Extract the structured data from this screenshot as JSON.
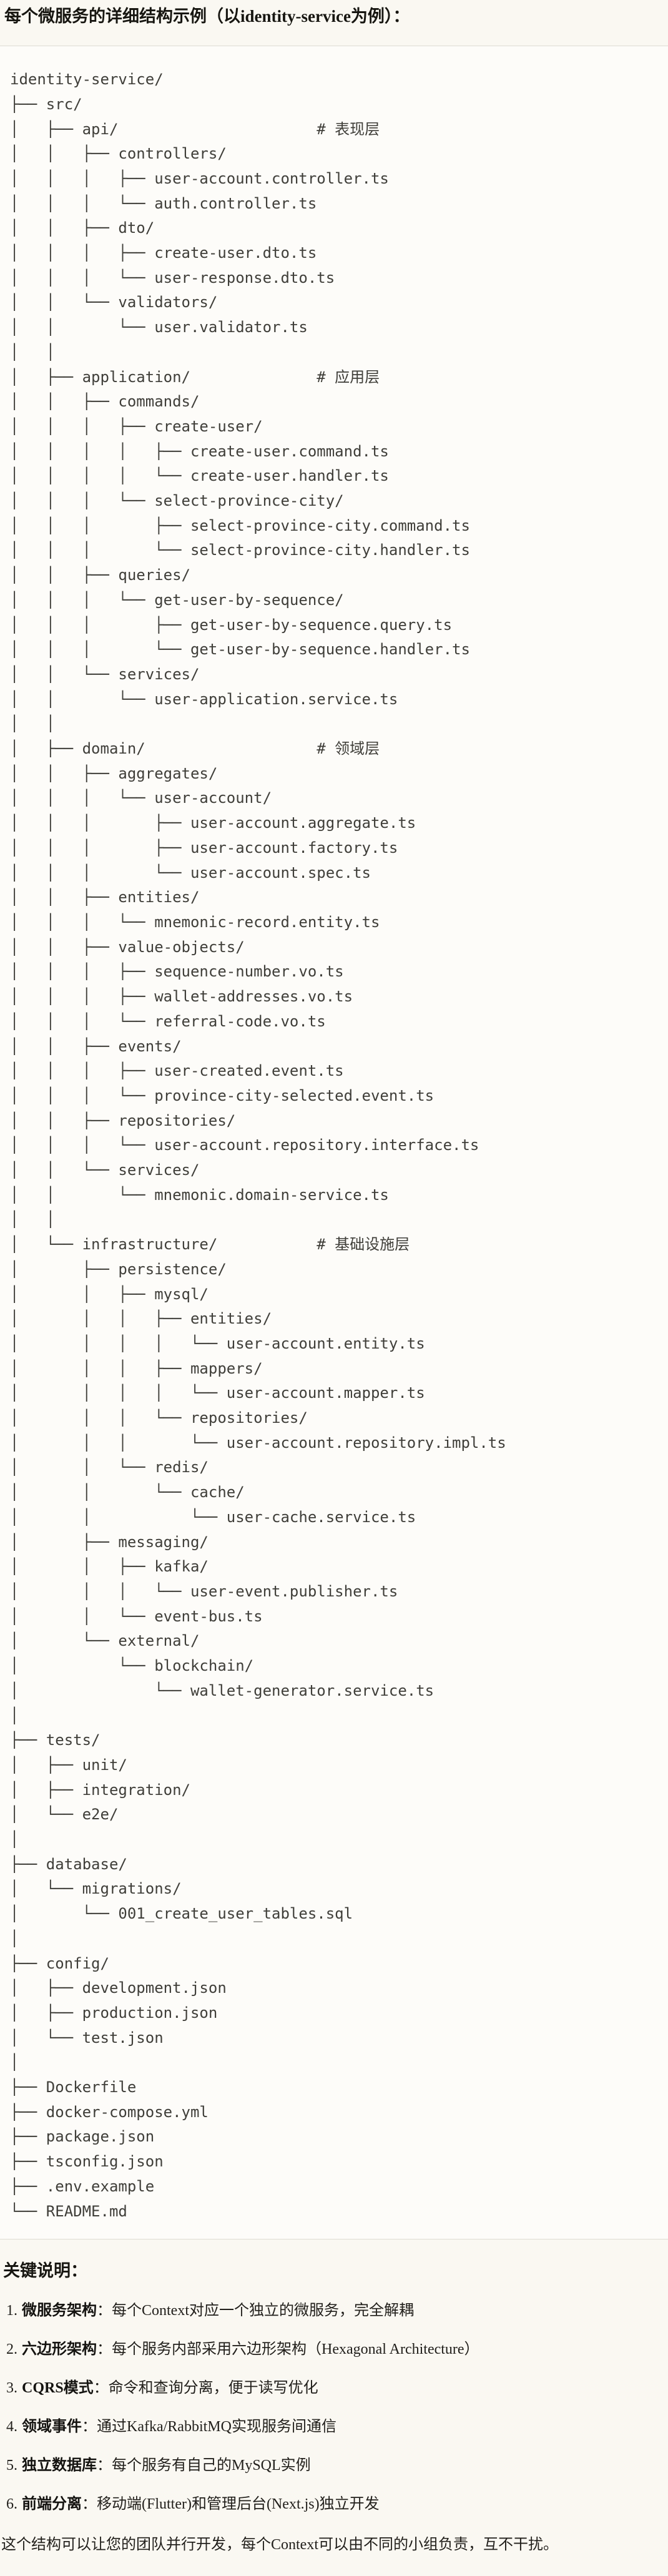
{
  "title": "每个微服务的详细结构示例（以identity-service为例）：",
  "tree": {
    "lines": [
      "identity-service/",
      "├── src/",
      "│   ├── api/                      # 表现层",
      "│   │   ├── controllers/",
      "│   │   │   ├── user-account.controller.ts",
      "│   │   │   └── auth.controller.ts",
      "│   │   ├── dto/",
      "│   │   │   ├── create-user.dto.ts",
      "│   │   │   └── user-response.dto.ts",
      "│   │   └── validators/",
      "│   │       └── user.validator.ts",
      "│   │",
      "│   ├── application/              # 应用层",
      "│   │   ├── commands/",
      "│   │   │   ├── create-user/",
      "│   │   │   │   ├── create-user.command.ts",
      "│   │   │   │   └── create-user.handler.ts",
      "│   │   │   └── select-province-city/",
      "│   │   │       ├── select-province-city.command.ts",
      "│   │   │       └── select-province-city.handler.ts",
      "│   │   ├── queries/",
      "│   │   │   └── get-user-by-sequence/",
      "│   │   │       ├── get-user-by-sequence.query.ts",
      "│   │   │       └── get-user-by-sequence.handler.ts",
      "│   │   └── services/",
      "│   │       └── user-application.service.ts",
      "│   │",
      "│   ├── domain/                   # 领域层",
      "│   │   ├── aggregates/",
      "│   │   │   └── user-account/",
      "│   │   │       ├── user-account.aggregate.ts",
      "│   │   │       ├── user-account.factory.ts",
      "│   │   │       └── user-account.spec.ts",
      "│   │   ├── entities/",
      "│   │   │   └── mnemonic-record.entity.ts",
      "│   │   ├── value-objects/",
      "│   │   │   ├── sequence-number.vo.ts",
      "│   │   │   ├── wallet-addresses.vo.ts",
      "│   │   │   └── referral-code.vo.ts",
      "│   │   ├── events/",
      "│   │   │   ├── user-created.event.ts",
      "│   │   │   └── province-city-selected.event.ts",
      "│   │   ├── repositories/",
      "│   │   │   └── user-account.repository.interface.ts",
      "│   │   └── services/",
      "│   │       └── mnemonic.domain-service.ts",
      "│   │",
      "│   └── infrastructure/           # 基础设施层",
      "│       ├── persistence/",
      "│       │   ├── mysql/",
      "│       │   │   ├── entities/",
      "│       │   │   │   └── user-account.entity.ts",
      "│       │   │   ├── mappers/",
      "│       │   │   │   └── user-account.mapper.ts",
      "│       │   │   └── repositories/",
      "│       │   │       └── user-account.repository.impl.ts",
      "│       │   └── redis/",
      "│       │       └── cache/",
      "│       │           └── user-cache.service.ts",
      "│       ├── messaging/",
      "│       │   ├── kafka/",
      "│       │   │   └── user-event.publisher.ts",
      "│       │   └── event-bus.ts",
      "│       └── external/",
      "│           └── blockchain/",
      "│               └── wallet-generator.service.ts",
      "│",
      "├── tests/",
      "│   ├── unit/",
      "│   ├── integration/",
      "│   └── e2e/",
      "│",
      "├── database/",
      "│   └── migrations/",
      "│       └── 001_create_user_tables.sql",
      "│",
      "├── config/",
      "│   ├── development.json",
      "│   ├── production.json",
      "│   └── test.json",
      "│",
      "├── Dockerfile",
      "├── docker-compose.yml",
      "├── package.json",
      "├── tsconfig.json",
      "├── .env.example",
      "└── README.md"
    ]
  },
  "notes": {
    "heading": "关键说明：",
    "items": [
      {
        "num": "1.",
        "term": "微服务架构",
        "desc": "：每个Context对应一个独立的微服务，完全解耦"
      },
      {
        "num": "2.",
        "term": "六边形架构",
        "desc": "：每个服务内部采用六边形架构（Hexagonal Architecture）"
      },
      {
        "num": "3.",
        "term": "CQRS模式",
        "desc": "：命令和查询分离，便于读写优化"
      },
      {
        "num": "4.",
        "term": "领域事件",
        "desc": "：通过Kafka/RabbitMQ实现服务间通信"
      },
      {
        "num": "5.",
        "term": "独立数据库",
        "desc": "：每个服务有自己的MySQL实例"
      },
      {
        "num": "6.",
        "term": "前端分离",
        "desc": "：移动端(Flutter)和管理后台(Next.js)独立开发"
      }
    ]
  },
  "closing": "这个结构可以让您的团队并行开发，每个Context可以由不同的小组负责，互不干扰。"
}
